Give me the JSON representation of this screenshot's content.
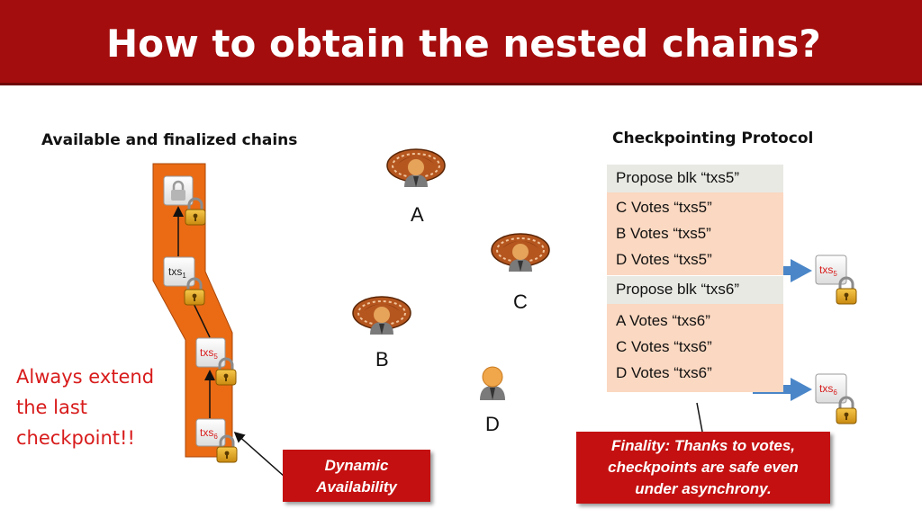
{
  "slide": {
    "title": "How to obtain the nested chains?",
    "colors": {
      "header": "#a30d0d",
      "chain_band": "#ea6b14",
      "callout": "#c41010",
      "accent_text": "#d81b1b",
      "arrow": "#4a86c8",
      "votes_bg": "#fbd8c1",
      "propose_bg": "#e9e9e4"
    }
  },
  "available_chains": {
    "heading": "Available and finalized chains",
    "blocks": [
      {
        "kind": "genesis",
        "icon": "lock-icon",
        "label": ""
      },
      {
        "kind": "block",
        "label": "txs",
        "sub": "1",
        "color": "#222222"
      },
      {
        "kind": "block",
        "label": "txs",
        "sub": "5",
        "color": "#d81b1b"
      },
      {
        "kind": "block",
        "label": "txs",
        "sub": "6",
        "color": "#d81b1b"
      }
    ],
    "note": [
      "Always extend",
      "the last",
      "checkpoint!!"
    ]
  },
  "nodes": [
    {
      "label": "A",
      "icon": "hacker-icon"
    },
    {
      "label": "C",
      "icon": "hacker-icon"
    },
    {
      "label": "B",
      "icon": "hacker-icon"
    },
    {
      "label": "D",
      "icon": "person-icon"
    }
  ],
  "checkpointing": {
    "heading": "Checkpointing Protocol",
    "rounds": [
      {
        "propose": "Propose blk “txs5”",
        "votes": [
          "C Votes “txs5”",
          "B Votes “txs5”",
          "D Votes “txs5”"
        ],
        "result": {
          "label": "txs",
          "sub": "5"
        }
      },
      {
        "propose": "Propose blk “txs6”",
        "votes": [
          "A  Votes “txs6”",
          "C Votes “txs6”",
          "D Votes “txs6”"
        ],
        "result": {
          "label": "txs",
          "sub": "6"
        }
      }
    ]
  },
  "callouts": {
    "dynamic": [
      "Dynamic",
      "Availability"
    ],
    "finality": [
      "Finality: Thanks to votes,",
      "checkpoints are safe even",
      "under asynchrony."
    ]
  }
}
